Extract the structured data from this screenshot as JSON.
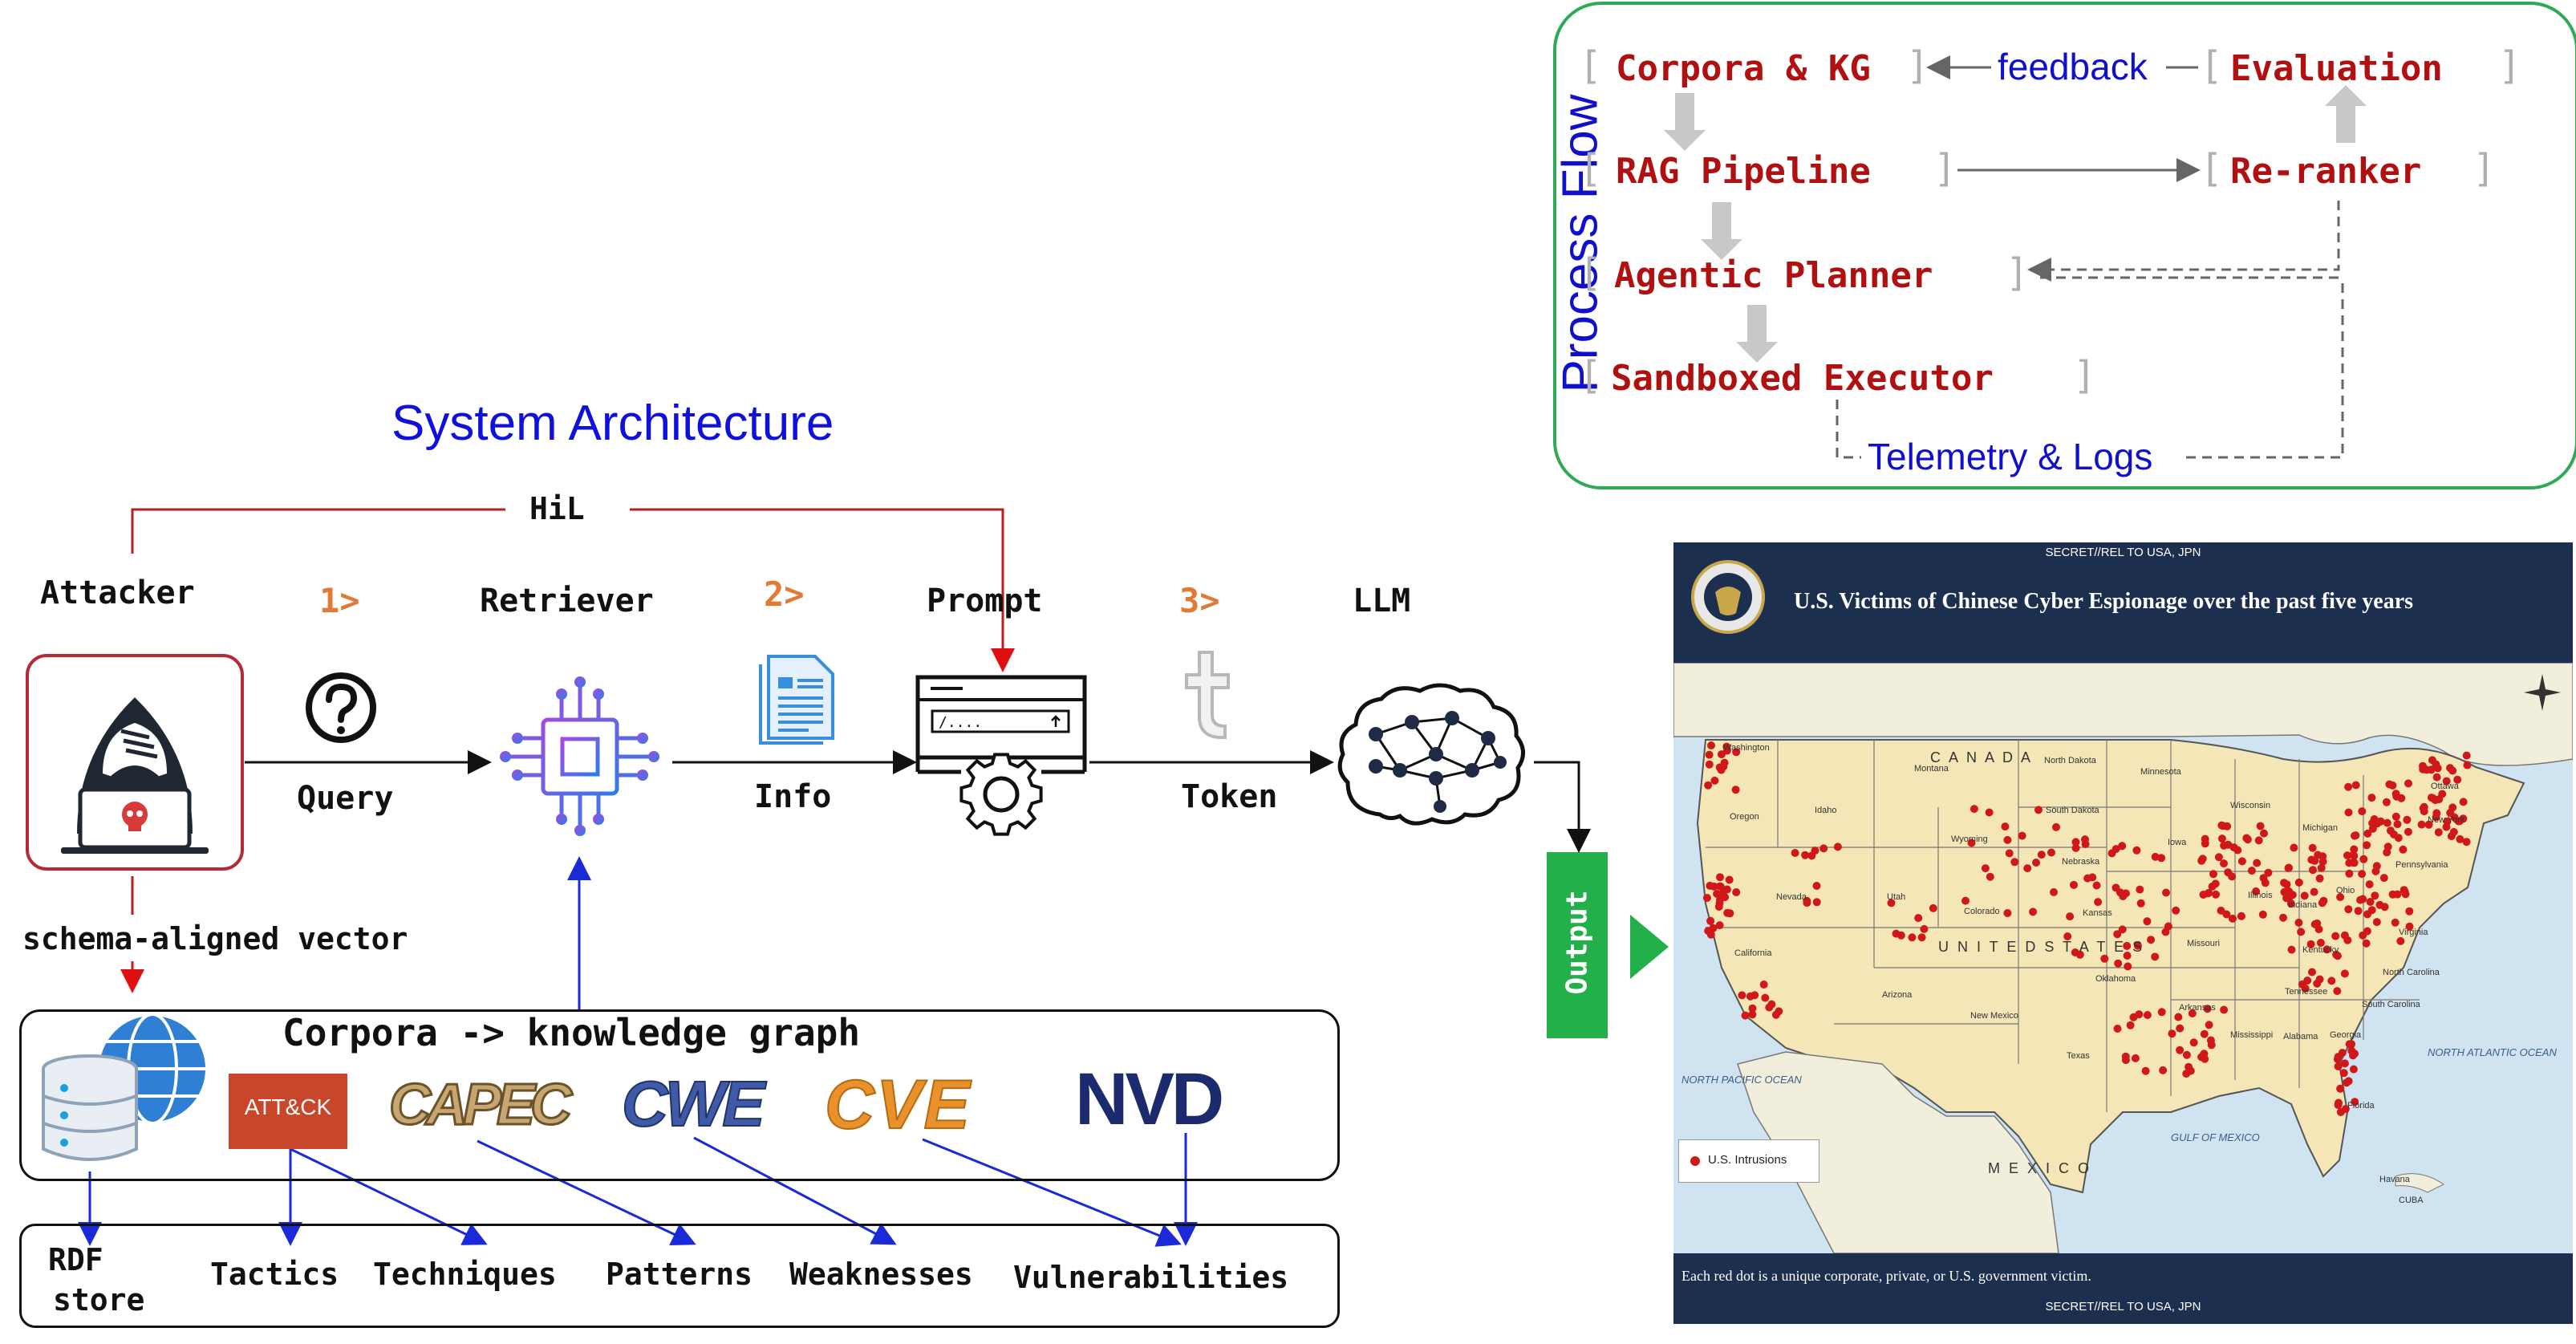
{
  "system_architecture": {
    "title": "System Architecture",
    "hil": "HiL",
    "nodes": {
      "attacker": "Attacker",
      "retriever": "Retriever",
      "prompt": "Prompt",
      "llm": "LLM"
    },
    "steps": [
      "1>",
      "2>",
      "3>"
    ],
    "edges": {
      "query": "Query",
      "info": "Info",
      "token": "Token",
      "schema_vector": "schema-aligned vector"
    },
    "output": "Output",
    "corpora_box": {
      "title": "Corpora -> knowledge graph",
      "logos": [
        "ATT&CK",
        "CAPEC",
        "CWE",
        "CVE",
        "NVD"
      ],
      "logo_colors": {
        "attck": "#c8472b",
        "capec": "#c8a673",
        "cwe": "#3f5aa6",
        "cve": "#e9912a",
        "nvd": "#1c2a6e"
      }
    },
    "outputs_box": {
      "rdf_line1": "RDF",
      "rdf_line2": "store",
      "items": [
        "Tactics",
        "Techniques",
        "Patterns",
        "Weaknesses",
        "Vulnerabilities"
      ]
    }
  },
  "process_flow": {
    "label": "Process Flow",
    "corpora_kg": "Corpora & KG",
    "evaluation": "Evaluation",
    "feedback": "feedback",
    "rag_pipeline": "RAG Pipeline",
    "reranker": "Re-ranker",
    "agentic_planner": "Agentic Planner",
    "sandboxed_executor": "Sandboxed Executor",
    "telemetry": "Telemetry & Logs",
    "border_color": "#2eaa55"
  },
  "map": {
    "classification": "SECRET//REL TO USA, JPN",
    "title": "U.S. Victims of Chinese Cyber Espionage over the past five years",
    "canada": "C A N A D A",
    "united_states": "U N I T E D   S T A T E S",
    "mexico": "M E X I C O",
    "north_pacific": "NORTH PACIFIC OCEAN",
    "north_atlantic": "NORTH ATLANTIC OCEAN",
    "gulf": "GULF OF MEXICO",
    "cuba": "CUBA",
    "havana": "Havana",
    "ottawa": "Ottawa",
    "legend": "U.S. Intrusions",
    "caption": "Each red dot is a unique corporate, private, or U.S. government victim.",
    "states": [
      "Washington",
      "Oregon",
      "Idaho",
      "Montana",
      "Nevada",
      "California",
      "Utah",
      "Wyoming",
      "Colorado",
      "Arizona",
      "New Mexico",
      "North Dakota",
      "South Dakota",
      "Nebraska",
      "Kansas",
      "Oklahoma",
      "Texas",
      "Minnesota",
      "Iowa",
      "Missouri",
      "Arkansas",
      "Wisconsin",
      "Illinois",
      "Michigan",
      "Indiana",
      "Ohio",
      "Kentucky",
      "Tennessee",
      "Mississippi",
      "Alabama",
      "Georgia",
      "Florida",
      "Pennsylvania",
      "Virginia",
      "North Carolina",
      "South Carolina",
      "New York"
    ],
    "colors": {
      "land": "#f5e6b8",
      "ocean": "#cfe3f0",
      "header": "#1d2f4f",
      "dot": "#d01818"
    }
  }
}
